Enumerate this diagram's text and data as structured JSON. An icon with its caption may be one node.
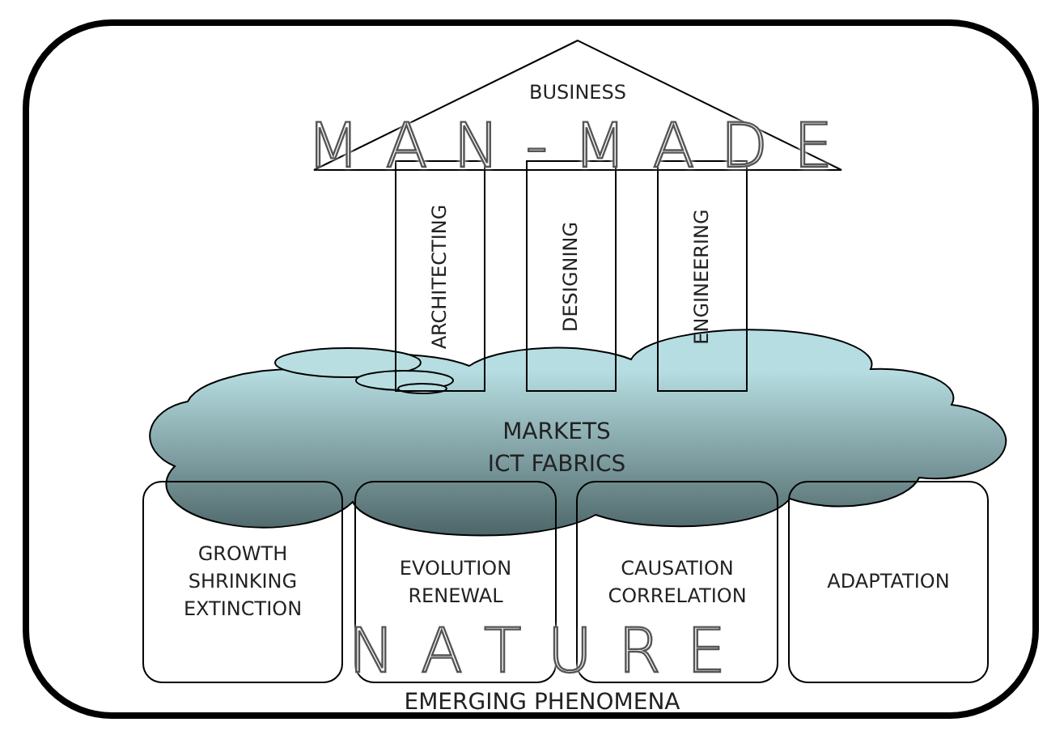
{
  "diagram": {
    "nodes": [
      {
        "text": [
          "BUSINESS"
        ]
      },
      {
        "text": [
          "ARCHITECTING"
        ]
      },
      {
        "text": [
          "DESIGNING"
        ]
      },
      {
        "text": [
          "ENGINEERING"
        ]
      },
      {
        "text": [
          "MARKETS",
          "ICT FABRICS"
        ]
      },
      {
        "text": [
          "GROWTH",
          "SHRINKING",
          "EXTINCTION"
        ]
      },
      {
        "text": [
          "EVOLUTION",
          "RENEWAL"
        ]
      },
      {
        "text": [
          "CAUSATION",
          "CORRELATION"
        ]
      },
      {
        "text": [
          "ADAPTATION"
        ]
      }
    ],
    "edges": [],
    "labels": [
      "MAN-MADE",
      "NATURE",
      "EMERGING PHENOMENA"
    ]
  }
}
